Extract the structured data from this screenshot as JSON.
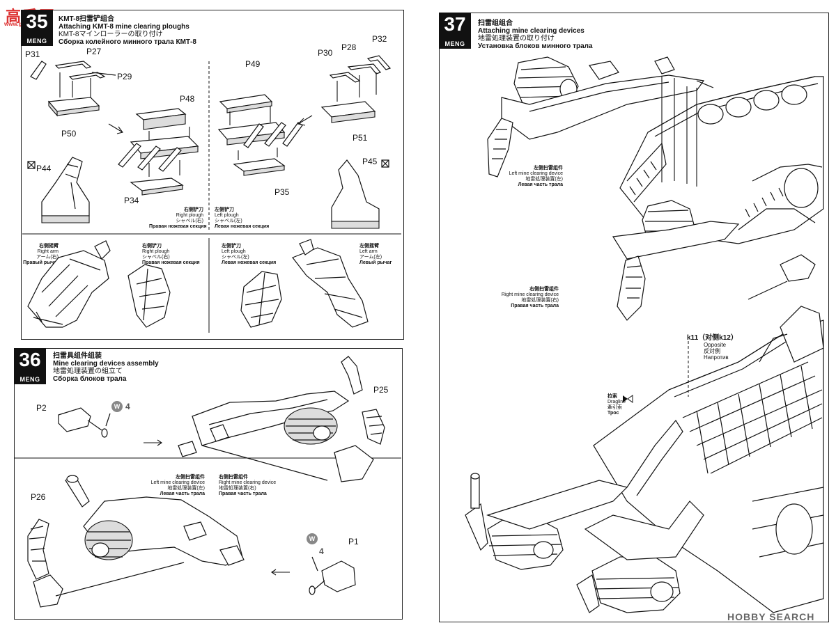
{
  "watermark_top": {
    "text": "高手网",
    "sub": "www.gaoshou.com"
  },
  "watermark_bottom": {
    "brand": "HOBBY SEARCH"
  },
  "step35": {
    "number": "35",
    "logo": "MENG",
    "title_cn": "KMT-8扫雷铲组合",
    "title_en": "Attaching KMT-8 mine clearing ploughs",
    "title_jp": "KMT-8マインローラーの取り付け",
    "title_ru": "Сборка колейного минного трала КМТ-8",
    "parts": [
      "P31",
      "P27",
      "P29",
      "P50",
      "P48",
      "P44",
      "P34",
      "P49",
      "P35",
      "P30",
      "P28",
      "P32",
      "P51",
      "P45"
    ],
    "right_plough": [
      "右侧铲刀",
      "Right plough",
      "シャベル(右)",
      "Правая ножевая секция"
    ],
    "left_plough": [
      "左侧铲刀",
      "Left plough",
      "シャベル(左)",
      "Левая ножевая секция"
    ],
    "right_arm": [
      "右侧摇臂",
      "Right arm",
      "アーム(右)",
      "Правый рычаг"
    ],
    "left_arm": [
      "左侧摇臂",
      "Left arm",
      "アーム(左)",
      "Левый рычаг"
    ]
  },
  "step36": {
    "number": "36",
    "logo": "MENG",
    "title_cn": "扫雷具组件组装",
    "title_en": "Mine clearing devices assembly",
    "title_jp": "地雷処理装置の組立て",
    "title_ru": "Сборка блоков трала",
    "parts": [
      "P2",
      "P25",
      "P26",
      "P1"
    ],
    "washer": "W",
    "washer_qty": "4",
    "left_device": [
      "左侧扫雷组件",
      "Left mine clearing device",
      "地雷処理装置(左)",
      "Левая часть трала"
    ],
    "right_device": [
      "右侧扫雷组件",
      "Right mine clearing device",
      "地雷処理装置(右)",
      "Правая часть трала"
    ]
  },
  "step37": {
    "number": "37",
    "logo": "MENG",
    "title_cn": "扫雷组组合",
    "title_en": "Attaching mine clearing devices",
    "title_jp": "地雷処理装置の取り付け",
    "title_ru": "Установка блоков минного трала",
    "left_device": [
      "左侧扫雷组件",
      "Left mine clearing device",
      "地雷処理装置(左)",
      "Левая часть трала"
    ],
    "right_device": [
      "右侧扫雷组件",
      "Right mine clearing device",
      "地雷処理装置(右)",
      "Правая часть трала"
    ],
    "k11": [
      "k11（对侧k12）",
      "Opposite",
      "反対側",
      "Напротив"
    ],
    "dragline": [
      "拉索",
      "Dragline",
      "牽引索",
      "Трос"
    ]
  }
}
